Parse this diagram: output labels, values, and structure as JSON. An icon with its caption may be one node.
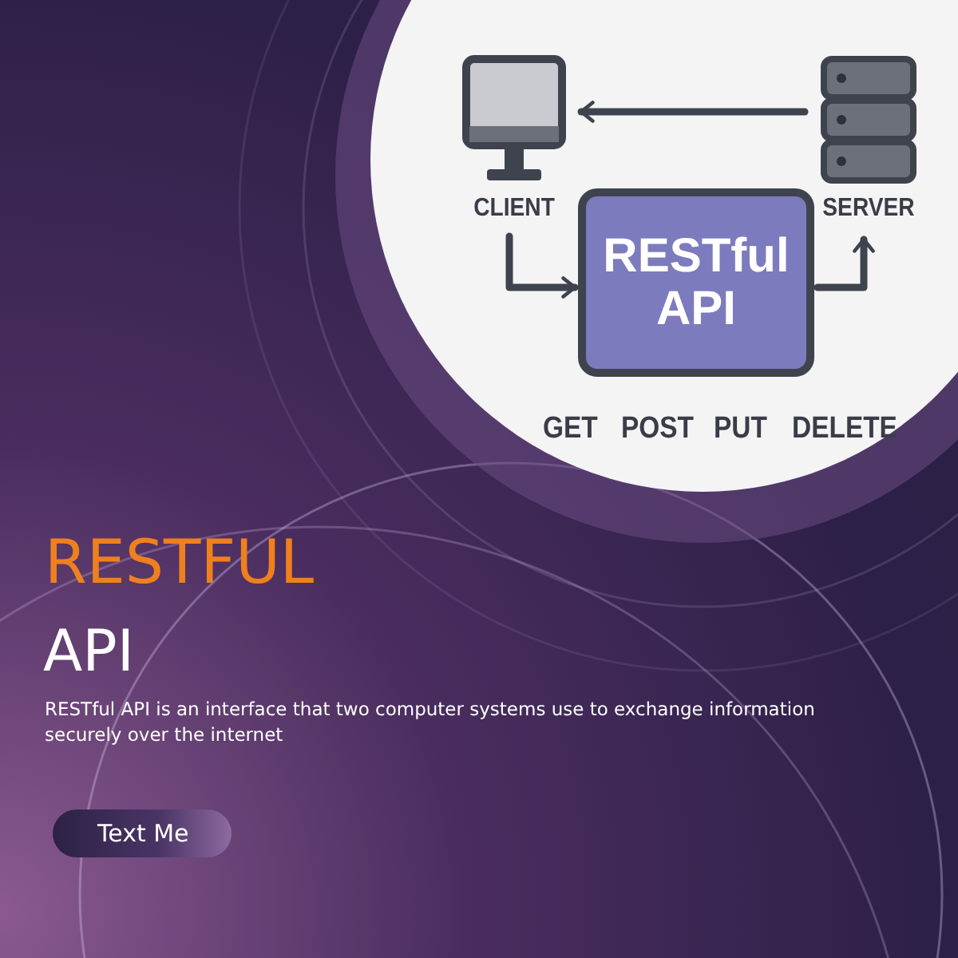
{
  "diagram": {
    "nodes": [
      {
        "text": [
          "CLIENT"
        ]
      },
      {
        "text": [
          "SERVER"
        ]
      },
      {
        "text": [
          "RESTful API"
        ]
      }
    ],
    "edges": [
      {
        "from": 1,
        "to": 0,
        "arrow": "to"
      },
      {
        "from": 0,
        "to": 2,
        "arrow": "to"
      },
      {
        "from": 2,
        "to": 1,
        "arrow": "to"
      }
    ],
    "labels": [
      "GET",
      "POST",
      "PUT",
      "DELETE",
      "RESTFUL",
      "API",
      "RESTful API is an interface that two computer systems use to exchange information securely over the internet",
      "Text Me"
    ]
  }
}
